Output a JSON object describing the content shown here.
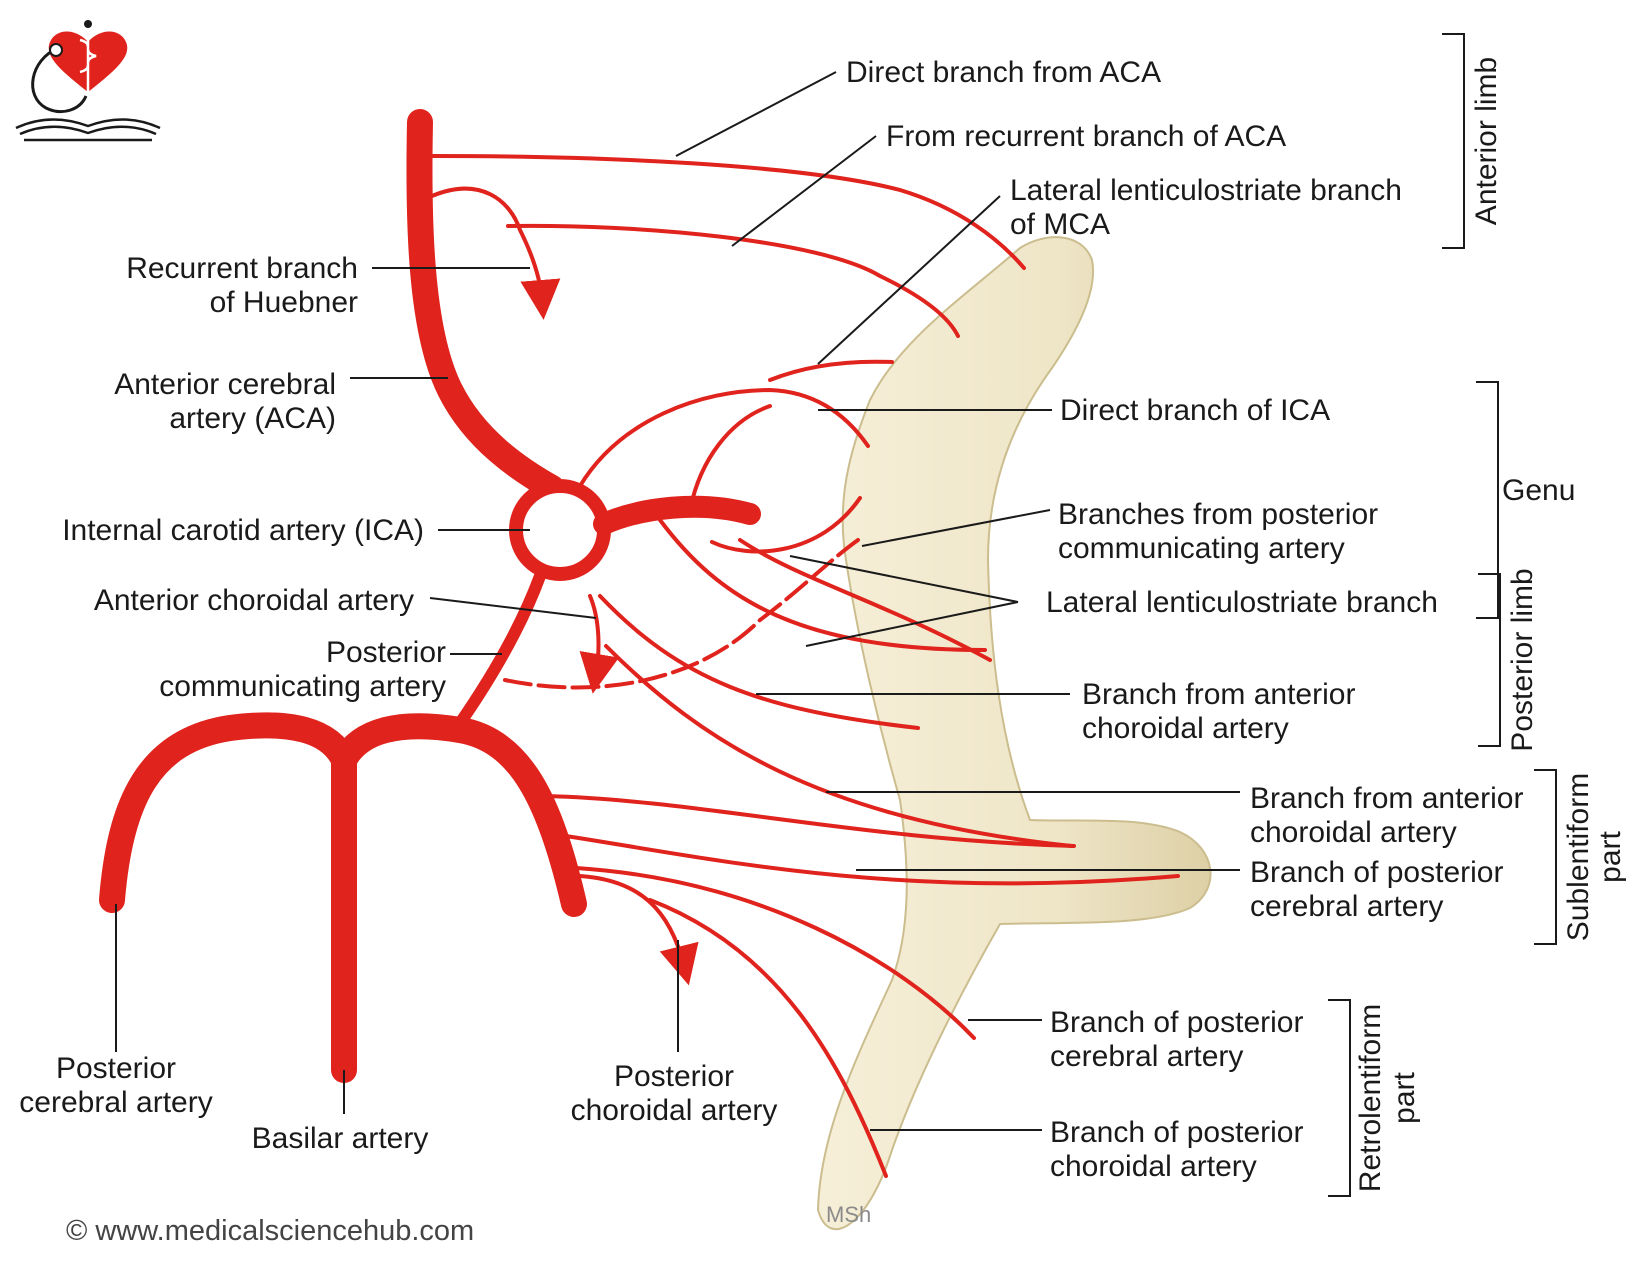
{
  "labels": {
    "direct_aca": "Direct branch from ACA",
    "recurrent_aca": "From recurrent branch of ACA",
    "lat_lent_mca_1": "Lateral lenticulostriate branch",
    "lat_lent_mca_2": "of MCA",
    "huebner_1": "Recurrent branch",
    "huebner_2": "of Huebner",
    "aca_1": "Anterior cerebral",
    "aca_2": "artery (ACA)",
    "direct_ica": "Direct branch of ICA",
    "ica": "Internal carotid artery (ICA)",
    "pcomm_branches_1": "Branches from posterior",
    "pcomm_branches_2": "communicating artery",
    "ant_choroidal": "Anterior choroidal artery",
    "lat_lent": "Lateral lenticulostriate branch",
    "pcomm_1": "Posterior",
    "pcomm_2": "communicating artery",
    "ant_chor_branch_a_1": "Branch from anterior",
    "ant_chor_branch_a_2": "choroidal artery",
    "ant_chor_branch_b_1": "Branch from anterior",
    "ant_chor_branch_b_2": "choroidal artery",
    "pca_branch_a_1": "Branch of posterior",
    "pca_branch_a_2": "cerebral artery",
    "pca_branch_b_1": "Branch of posterior",
    "pca_branch_b_2": "cerebral artery",
    "post_chor_branch_1": "Branch of posterior",
    "post_chor_branch_2": "choroidal artery",
    "pca_1": "Posterior",
    "pca_2": "cerebral artery",
    "basilar": "Basilar artery",
    "post_chor_1": "Posterior",
    "post_chor_2": "choroidal artery"
  },
  "regions": {
    "anterior_limb": "Anterior limb",
    "genu": "Genu",
    "posterior_limb": "Posterior limb",
    "sublentiform_1": "Sublentiform",
    "sublentiform_2": "part",
    "retrolentiform_1": "Retrolentiform",
    "retrolentiform_2": "part"
  },
  "footer": {
    "copyright": "© www.medicalsciencehub.com",
    "watermark": "MSh"
  },
  "colors": {
    "artery": "#e0231d",
    "capsule": "#efe6c8",
    "capsule_edge": "#d6c9a0",
    "logo_heart": "#e0231d"
  }
}
